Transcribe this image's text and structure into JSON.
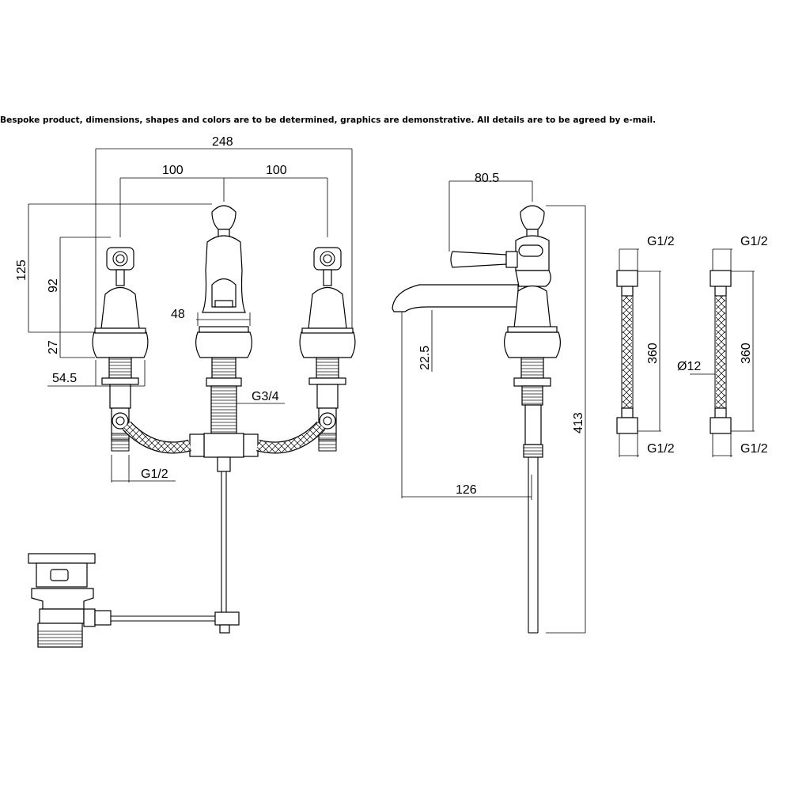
{
  "note": "Bespoke product, dimensions, shapes and colors are to be determined, graphics are demonstrative. All details are to be agreed by e-mail.",
  "dims": {
    "overall_width": "248",
    "spacing_left": "100",
    "spacing_right": "100",
    "total_height_front": "125",
    "handle_height": "92",
    "base_height": "27",
    "base_width": "54.5",
    "spout_width": "48",
    "thread_center": "G3/4",
    "thread_side": "G1/2",
    "side_lever_width": "80.5",
    "spout_height": "22.5",
    "spout_reach": "126",
    "total_height_side": "413",
    "hose1_top": "G1/2",
    "hose1_length": "360",
    "hose1_bottom": "G1/2",
    "hose2_top": "G1/2",
    "hose2_length": "360",
    "hose2_diameter": "Ø12",
    "hose2_bottom": "G1/2"
  }
}
